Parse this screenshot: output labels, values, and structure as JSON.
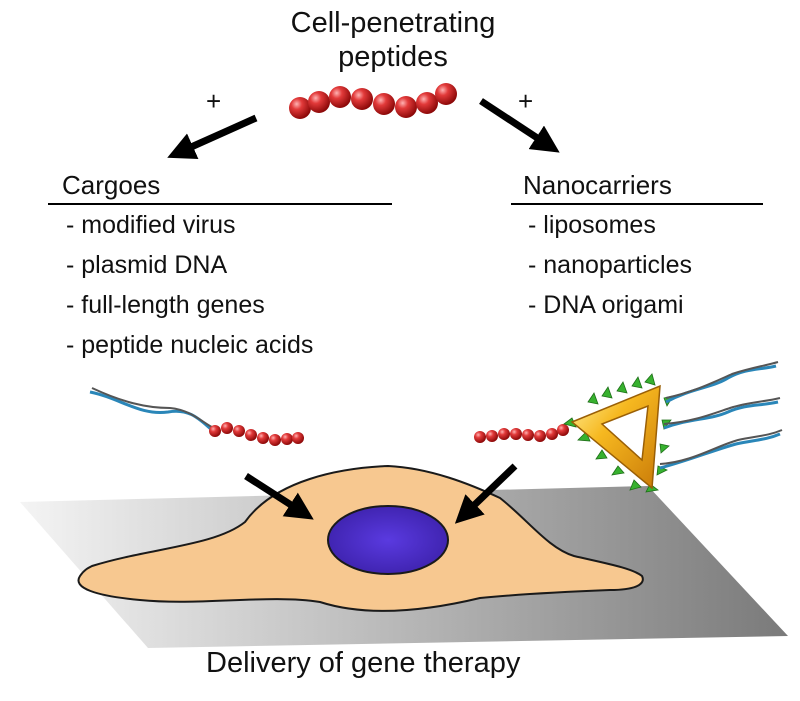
{
  "title_lines": [
    "Cell-penetrating",
    "peptides"
  ],
  "plus_left": "+",
  "plus_right": "+",
  "cargoes": {
    "heading": "Cargoes",
    "items": [
      "- modified virus",
      "- plasmid DNA",
      "- full-length genes",
      "- peptide nucleic acids"
    ]
  },
  "nanocarriers": {
    "heading": "Nanocarriers",
    "items": [
      "- liposomes",
      "- nanoparticles",
      "- DNA origami"
    ]
  },
  "caption": "Delivery of gene therapy",
  "colors": {
    "peptide_bead": "#d81e1e",
    "cell_body": "#f7c890",
    "nucleus": "#4a2bc4",
    "nucleic_acid_strand": "#2a86b8",
    "origami_frame": "#f3a81c",
    "origami_spikes": "#37b12f",
    "platform": "#a8a8a8"
  }
}
